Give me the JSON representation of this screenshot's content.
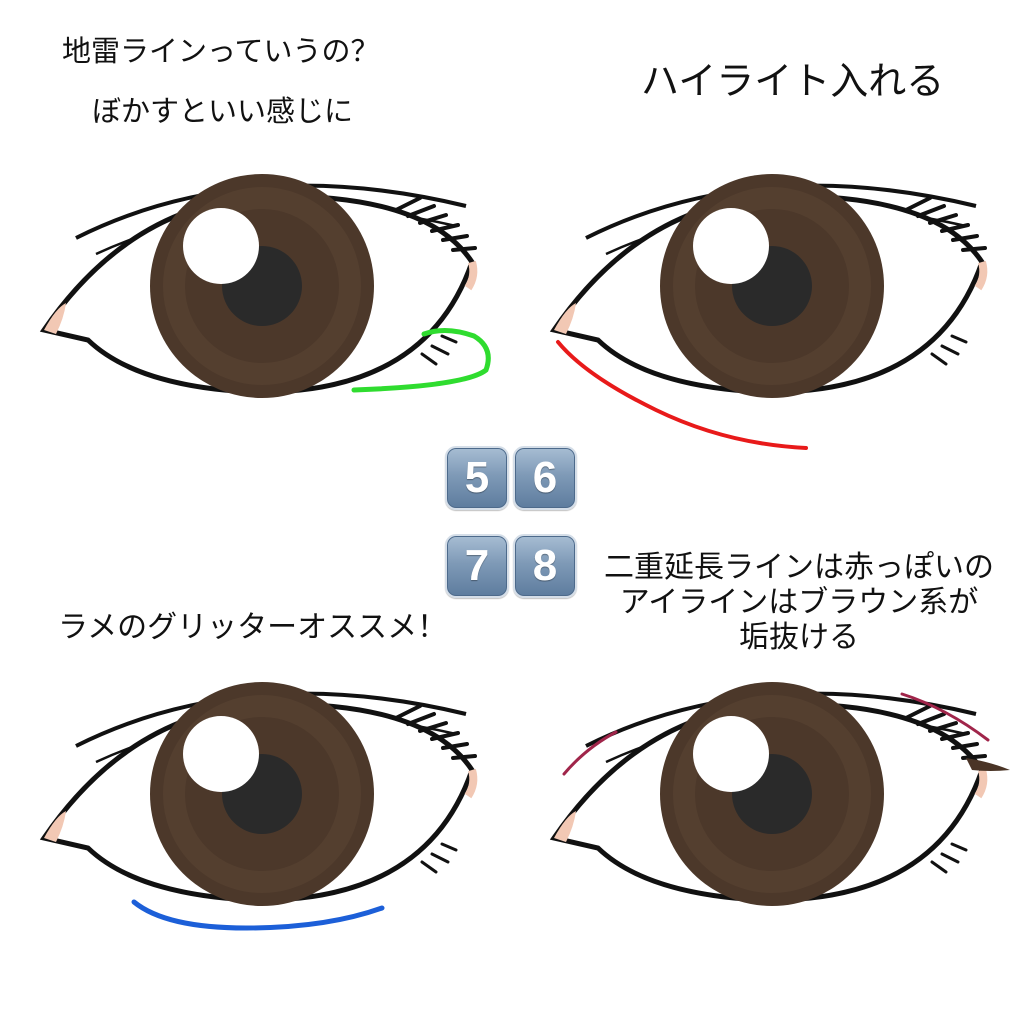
{
  "captions": {
    "top_left_line1": "地雷ラインっていうの？",
    "top_left_line2": "ぼかすといい感じに",
    "top_right": "ハイライト入れる",
    "bottom_left": "ラメのグリッターオススメ！",
    "bottom_right_lines": [
      "二重延長ラインは赤っぽいの",
      "アイラインはブラウン系が",
      "垢抜ける"
    ]
  },
  "keycaps": [
    "5",
    "6",
    "7",
    "8"
  ],
  "eyes": [
    {
      "name": "eye-1",
      "marking": "under-eye-outer-loop",
      "marking_color": "#2fdc2f"
    },
    {
      "name": "eye-2",
      "marking": "lower-highlight-line",
      "marking_color": "#e81a1a"
    },
    {
      "name": "eye-3",
      "marking": "lower-glitter-line",
      "marking_color": "#1c5fd8"
    },
    {
      "name": "eye-4",
      "marking": "double-eyelid-extension",
      "marking_color": "#a0254a"
    }
  ],
  "colors": {
    "iris": "#4c382a",
    "pupil": "#2a2a2a",
    "outline": "#111111",
    "caruncle": "#f2c8b4"
  }
}
